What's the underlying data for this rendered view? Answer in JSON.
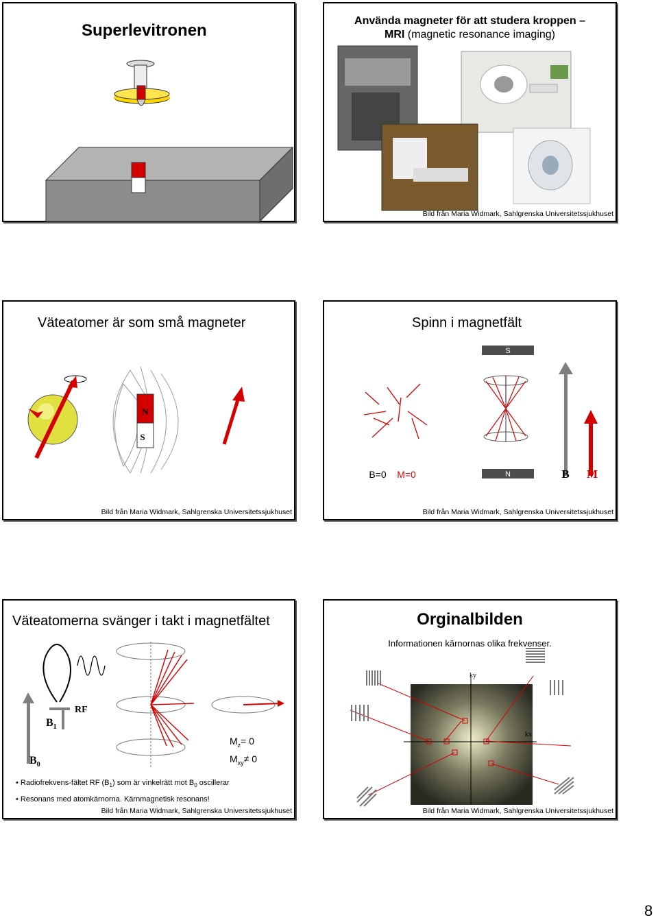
{
  "credit": "Bild från Maria Widmark, Sahlgrenska Universitetssjukhuset",
  "page_number": "8",
  "slide1": {
    "title": "Superlevitronen"
  },
  "slide2": {
    "title_bold": "Använda magneter för att studera kroppen –",
    "title_mri": "MRI",
    "title_rest": "(magnetic resonance imaging)"
  },
  "slide3": {
    "title": "Väteatomer är som små magneter",
    "magnet_n": "N",
    "magnet_s": "S"
  },
  "slide4": {
    "title": "Spinn i magnetfält",
    "top_label": "S",
    "bottom_label": "N",
    "b_label": "B=0",
    "m_label": "M=0",
    "arrow_b": "B",
    "arrow_m": "M"
  },
  "slide5": {
    "title": "Väteatomerna svänger i takt i magnetfältet",
    "rf": "RF",
    "b1": "B",
    "b1_sub": "1",
    "b0": "B",
    "b0_sub": "0",
    "mz": "M",
    "mz_sub": "z",
    "mz_val": "= 0",
    "mxy": "M",
    "mxy_sub": "xy",
    "mxy_val": "≠ 0",
    "bullet1_a": "Radiofrekvens-fältet RF (B",
    "bullet1_sub1": "1",
    "bullet1_b": ") som är vinkelrätt mot B",
    "bullet1_sub2": "0",
    "bullet1_c": " oscillerar",
    "bullet2": "Resonans med atomkärnorna. Kärnmagnetisk resonans!"
  },
  "slide6": {
    "title": "Orginalbilden",
    "subtitle": "Informationen kärnornas olika frekvenser.",
    "ky": "ky",
    "kx": "kx"
  },
  "colors": {
    "red": "#d40000",
    "grey": "#7f7f7f",
    "dark_box": "#4d4d4d"
  }
}
